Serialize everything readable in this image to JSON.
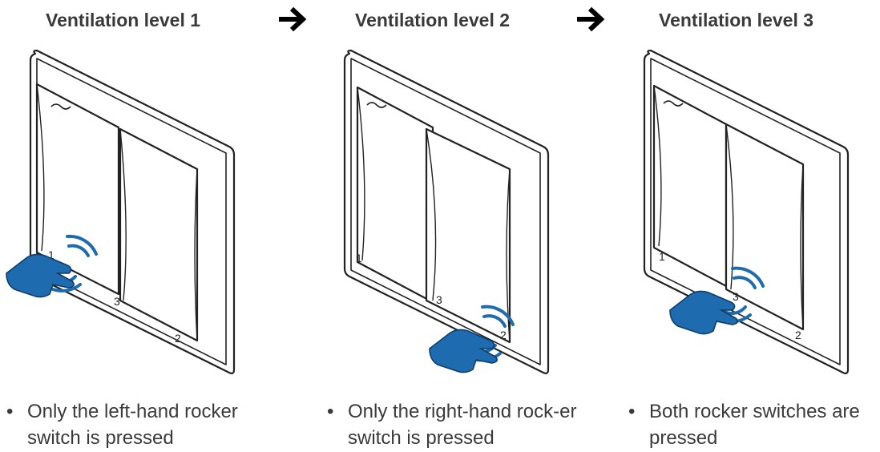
{
  "colors": {
    "accent": "#1f6bb0",
    "line": "#222222",
    "text": "#3a3a3a"
  },
  "arrow_icon": "right-arrow-icon",
  "panels": [
    {
      "title": "Ventilation level 1",
      "pressed": "left",
      "bullet": "•",
      "description": "Only the left-hand rocker switch is pressed",
      "labels": {
        "left": "1",
        "center": "3",
        "right": "2"
      }
    },
    {
      "title": "Ventilation level 2",
      "pressed": "right",
      "bullet": "•",
      "description": "Only the right-hand rock-er switch is pressed",
      "labels": {
        "left": "1",
        "center": "3",
        "right": "2"
      }
    },
    {
      "title": "Ventilation level 3",
      "pressed": "both",
      "bullet": "•",
      "description": "Both rocker switches are pressed",
      "labels": {
        "left": "1",
        "center": "3",
        "right": "2"
      }
    }
  ]
}
